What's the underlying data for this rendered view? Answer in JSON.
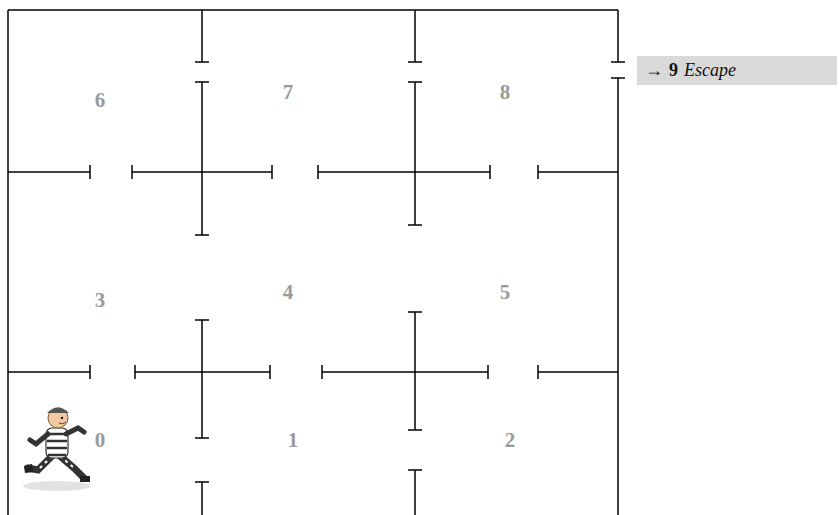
{
  "diagram": {
    "nodes": [
      {
        "text": [
          "→",
          "9",
          "Escape"
        ]
      }
    ],
    "labels": [
      "6",
      "7",
      "8",
      "3",
      "4",
      "5",
      "0",
      "1",
      "2"
    ]
  }
}
